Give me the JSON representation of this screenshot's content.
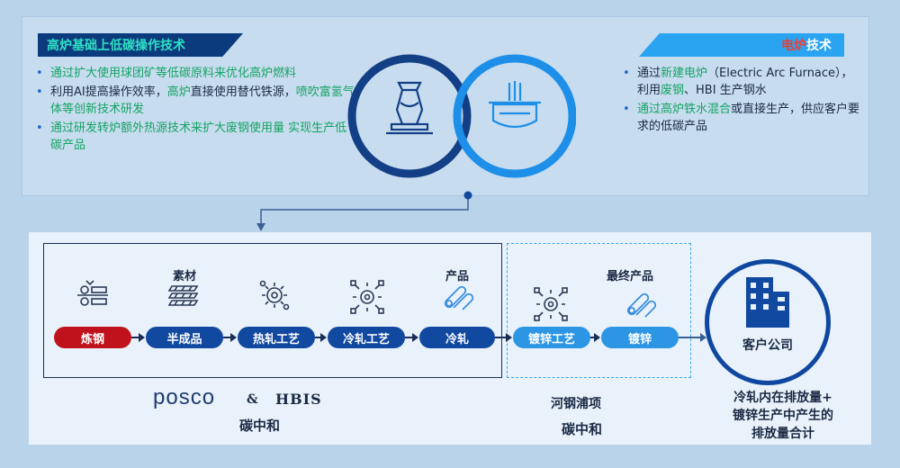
{
  "top": {
    "left_banner": "高炉基础上低碳操作技术",
    "right_banner": {
      "part_red": "电炉",
      "part_white": "技术"
    },
    "left_bullets": [
      {
        "segments": [
          {
            "text": "通过扩大使用球团矿等低碳原料来优化高炉燃料",
            "color": "green"
          }
        ]
      },
      {
        "segments": [
          {
            "text": "利用AI提高操作效率，",
            "color": "dark"
          },
          {
            "text": "高炉",
            "color": "green"
          },
          {
            "text": "直接使用替代铁源，",
            "color": "dark"
          },
          {
            "text": "喷吹富氢气体等创新技术研发",
            "color": "green"
          }
        ]
      },
      {
        "segments": [
          {
            "text": "通过研发转炉额外热源技术来扩大废钢使用量 实现生产低碳产品",
            "color": "green"
          }
        ]
      }
    ],
    "right_bullets": [
      {
        "segments": [
          {
            "text": "通过",
            "color": "dark"
          },
          {
            "text": "新建电炉",
            "color": "green"
          },
          {
            "text": "（Electric Arc Furnace），利用",
            "color": "dark"
          },
          {
            "text": "废钢",
            "color": "green"
          },
          {
            "text": "、HBI 生产钢水",
            "color": "dark"
          }
        ]
      },
      {
        "segments": [
          {
            "text": "通过高炉铁水混合",
            "color": "green"
          },
          {
            "text": "或直接生产，供应客户要求的低碳产品",
            "color": "dark"
          }
        ]
      }
    ],
    "icons": [
      "blast-furnace-icon",
      "electric-arc-furnace-icon"
    ]
  },
  "flow": {
    "headings": {
      "material": "素材",
      "product": "产品",
      "final_product": "最终产品"
    },
    "steps": [
      {
        "label": "炼钢",
        "style": "red",
        "icon": "steelmaking-roller-icon"
      },
      {
        "label": "半成品",
        "style": "navy",
        "icon": "slab-stack-icon"
      },
      {
        "label": "热轧工艺",
        "style": "navy",
        "icon": "gear-process-icon"
      },
      {
        "label": "冷轧工艺",
        "style": "navy",
        "icon": "gear-network-icon"
      },
      {
        "label": "冷轧",
        "style": "navy",
        "icon": "coil-icon"
      },
      {
        "label": "镀锌工艺",
        "style": "sky",
        "icon": "gear-network-icon"
      },
      {
        "label": "镀锌",
        "style": "sky",
        "icon": "coil-icon"
      }
    ],
    "customer": {
      "label": "客户公司",
      "icon": "office-building-icon"
    }
  },
  "captions": {
    "posco": "posco",
    "amp": "&",
    "hbis": "HBIS",
    "left": "碳中和",
    "middle_line1": "河钢浦项",
    "middle_line2": "碳中和",
    "right_lines": [
      "冷轧内在排放量+",
      "镀锌生产中产生的",
      "排放量合计"
    ]
  },
  "colors": {
    "navy": "#1148a0",
    "red": "#c0121c",
    "sky": "#2c95e4",
    "green": "#15a364",
    "dark_navy_banner": "#0c3b7d",
    "teal_text": "#2fe0c4"
  }
}
